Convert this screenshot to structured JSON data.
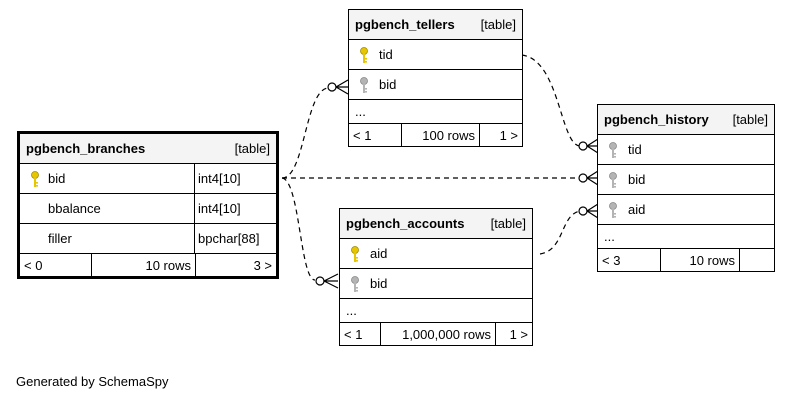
{
  "tables": {
    "branches": {
      "name": "pgbench_branches",
      "kind": "[table]",
      "rows": [
        {
          "col": "bid",
          "type": "int4[10]",
          "key": "primary-key-icon"
        },
        {
          "col": "bbalance",
          "type": "int4[10]"
        },
        {
          "col": "filler",
          "type": "bpchar[88]"
        }
      ],
      "footer": {
        "parents": "< 0",
        "rows": "10 rows",
        "children": "3 >"
      }
    },
    "tellers": {
      "name": "pgbench_tellers",
      "kind": "[table]",
      "rows": [
        {
          "col": "tid",
          "key": "primary-key-icon"
        },
        {
          "col": "bid",
          "key": "foreign-key-icon"
        }
      ],
      "ellipsis": "...",
      "footer": {
        "parents": "< 1",
        "rows": "100 rows",
        "children": "1 >"
      }
    },
    "accounts": {
      "name": "pgbench_accounts",
      "kind": "[table]",
      "rows": [
        {
          "col": "aid",
          "key": "primary-key-icon"
        },
        {
          "col": "bid",
          "key": "foreign-key-icon"
        }
      ],
      "ellipsis": "...",
      "footer": {
        "parents": "< 1",
        "rows": "1,000,000 rows",
        "children": "1 >"
      }
    },
    "history": {
      "name": "pgbench_history",
      "kind": "[table]",
      "rows": [
        {
          "col": "tid",
          "key": "foreign-key-icon"
        },
        {
          "col": "bid",
          "key": "foreign-key-icon"
        },
        {
          "col": "aid",
          "key": "foreign-key-icon"
        }
      ],
      "ellipsis": "...",
      "footer": {
        "parents": "< 3",
        "rows": "10 rows",
        "children": ""
      }
    }
  },
  "colors": {
    "primary_key": "#e6c600",
    "foreign_key": "#b4b4b4",
    "header_bg": "#f4f4f4"
  },
  "credit": "Generated by SchemaSpy"
}
